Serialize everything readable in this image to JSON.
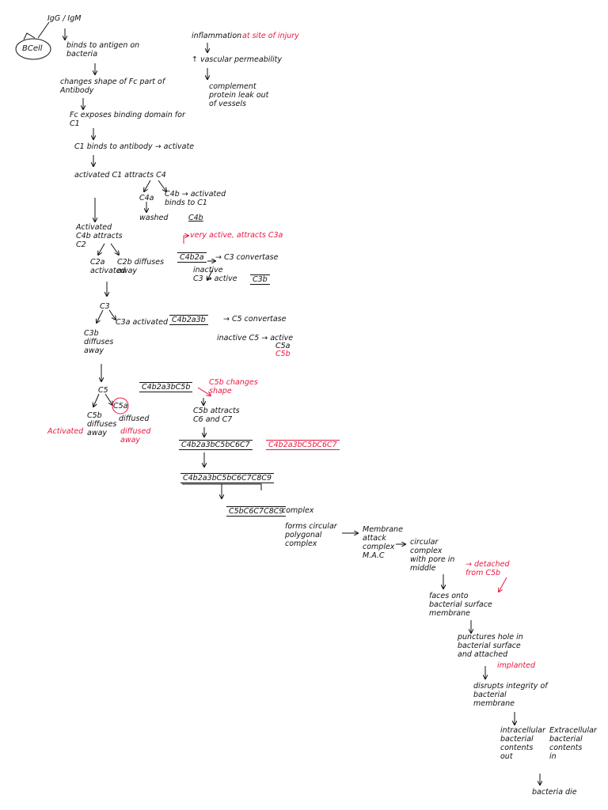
{
  "colors": {
    "ink": "#111111",
    "highlight": "#e8173f"
  },
  "nodes": {
    "b_cell": "BCell",
    "igg_igm": "IgG / IgM",
    "binds_antigen": "binds to antigen on\nbacteria",
    "changes_shape": "changes shape of Fc part of\nAntibody",
    "fc_exposes": "Fc exposes binding domain for\nC1",
    "c1_binds": "C1 binds to antibody → activate",
    "activated_c1": "activated C1 attracts C4",
    "c4a": "C4a",
    "c4a_washed": "washed",
    "c4b": "C4b → activated\nbinds to C1",
    "c4b_box": "C4b",
    "activated_c4b": "Activated\nC4b attracts\nC2",
    "c2a": "C2a\nactivated",
    "c2b": "C2b diffuses\naway",
    "very_active": "very active, attracts C3a",
    "c4b2a": "C4b2a",
    "c3_convertase": "→ C3 convertase",
    "inactive_c3": "inactive\nC3 → active",
    "c3b_box": "C3b",
    "c3": "C3",
    "c3b_diffuses": "C3b\ndiffuses\naway",
    "c3a_activated": "C3a activated",
    "c4b2a3b": "C4b2a3b",
    "c5_convertase": "→ C5 convertase",
    "inactive_c5": "inactive C5 → active",
    "c5a_active": "C5a",
    "c5b_red": "C5b",
    "c5": "C5",
    "c5b_diffuses": "C5b\ndiffuses\naway",
    "c5a_circle": "C5a",
    "c5a_diffused": "diffused",
    "activated": "Activated",
    "diffused_away": "diffused\naway",
    "c4b2a3bc5": "C4b2a3bC5b",
    "c5b_changes": "C5b changes\nshape",
    "c5b_attracts": "C5b attracts\nC6 and C7",
    "c4b2a3bc5c6c7": "C4b2a3bC5bC6C7",
    "c4b2a3bc5c6c7_red": "C4b2a3bC5bC6C7",
    "c4b2a3bc5c6c7c8c9": "C4b2a3bC5bC6C7C8C9",
    "c5c6c7c8c9": "C5bC6C7C8C9",
    "complex": "complex",
    "forms_circular": "forms circular\npolygonal\ncomplex",
    "membrane_attack": "Membrane\nattack\ncomplex\nM.A.C",
    "circular_complex": "circular\ncomplex\nwith pore in\nmiddle",
    "detached": "→ detached\nfrom C5b",
    "faces_onto": "faces onto\nbacterial surface\nmembrane",
    "punctures": "punctures hole in\nbacterial surface\nand attached",
    "implanted": "implanted",
    "disrupts": "disrupts integrity of\nbacterial\nmembrane",
    "intracellular": "intracellular\nbacterial\ncontents\nout",
    "extracellular": "Extracellular\nbacterial\ncontents\nin",
    "bacteria_die": "bacteria die",
    "inflammation": "inflammation",
    "at_site": "at site of injury",
    "vascular": "↑ vascular permeability",
    "complement": "complement\nprotein leak out\nof vessels"
  }
}
